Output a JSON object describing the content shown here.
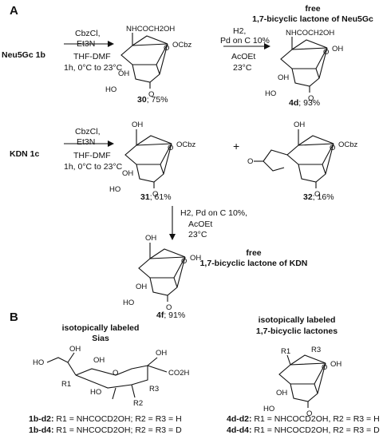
{
  "panels": {
    "a": "A",
    "b": "B"
  },
  "row1": {
    "start": "Neu5Gc 1b",
    "reagent1": "CbzCl,",
    "reagent2": "Et3N",
    "solvent": "THF-DMF",
    "conditions": "1h, 0°C to 23°C",
    "product_num": "30",
    "product_yield": "; 75%",
    "h_reagent1": "H2,",
    "h_reagent2": "Pd on C 10%",
    "h_solvent": "AcOEt",
    "h_temp": "23°C",
    "title1": "free",
    "title2": "1,7-bicyclic lactone of Neu5Gc",
    "final_num": "4d",
    "final_yield": "; 93%",
    "substituent": "NHCOCH2OH"
  },
  "row2": {
    "start": "KDN 1c",
    "reagent1": "CbzCl,",
    "reagent2": "Et3N",
    "solvent": "THF-DMF",
    "conditions": "1h, 0°C to 23°C",
    "product_num": "31",
    "product_yield": "; 61%",
    "plus": "+",
    "side_num": "32",
    "side_yield": "; 16%"
  },
  "row3": {
    "h_reagent1": "H2, Pd on C 10%,",
    "h_solvent": "AcOEt",
    "h_temp": "23°C",
    "title1": "free",
    "title2": "1,7-bicyclic lactone of KDN",
    "final_num": "4f",
    "final_yield": "; 91%"
  },
  "atoms": {
    "ocbz": "OCbz",
    "oh": "OH",
    "ho": "HO",
    "o": "O",
    "co2h": "CO2H",
    "r1": "R1",
    "r2": "R2",
    "r3": "R3"
  },
  "panel_b": {
    "left_title1": "isotopically labeled",
    "left_title2": "Sias",
    "right_title1": "isotopically labeled",
    "right_title2": "1,7-bicyclic lactones",
    "left_line1_id": "1b-d2:",
    "left_line1": "R1 = NHCOCD2OH; R2 = R3 = H",
    "left_line2_id": "1b-d4:",
    "left_line2": "R1 = NHCOCD2OH; R2 = R3 = D",
    "right_line1_id": "4d-d2:",
    "right_line1": "R1 = NHCOCD2OH, R2 = R3 = H",
    "right_line2_id": "4d-d4:",
    "right_line2": "R1 = NHCOCD2OH, R2 = R3 = D"
  }
}
